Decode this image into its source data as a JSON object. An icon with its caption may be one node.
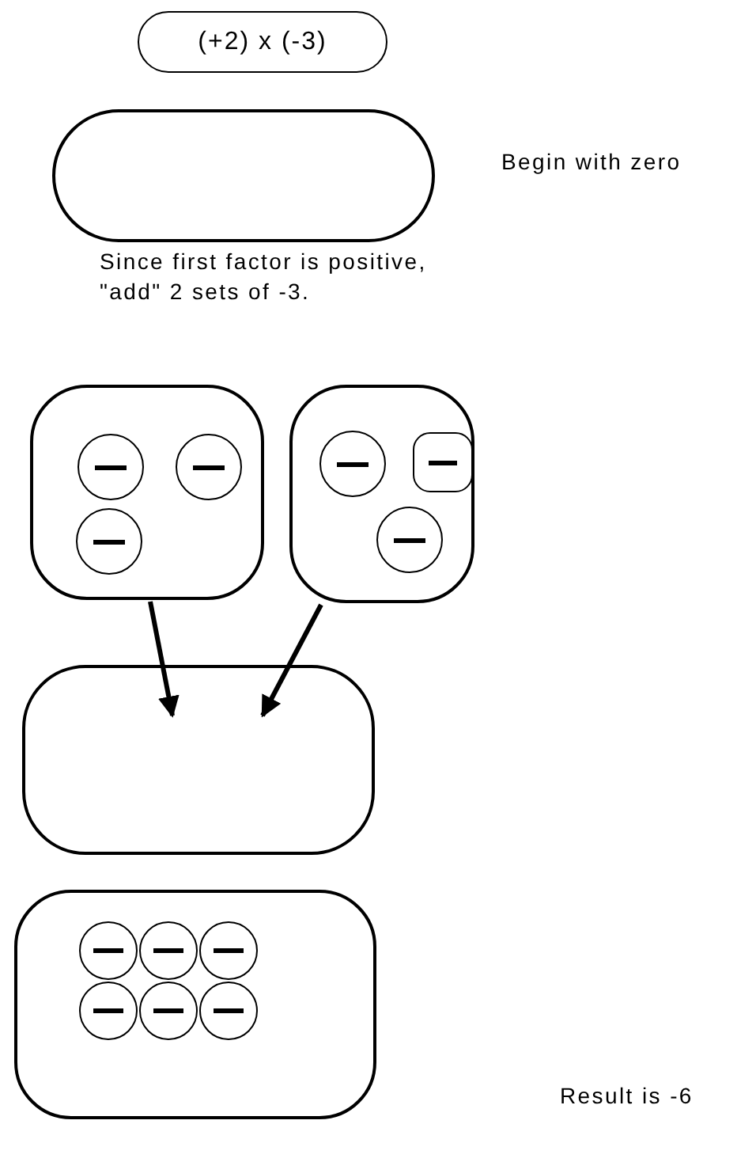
{
  "diagram": {
    "nodes": [
      {
        "text": [
          "(+2) x (-3)"
        ]
      },
      {
        "text": [],
        "shape": "box",
        "beside": [
          "Begin with zero"
        ]
      },
      {
        "text": [],
        "shape": "box"
      },
      {
        "text": [],
        "shape": "circle",
        "in": 2
      },
      {
        "text": [],
        "shape": "circle",
        "in": 2
      },
      {
        "text": [],
        "shape": "circle",
        "in": 2
      },
      {
        "text": [],
        "shape": "box"
      },
      {
        "text": [],
        "shape": "circle",
        "in": 6
      },
      {
        "text": [],
        "shape": "box",
        "in": 6
      },
      {
        "text": [],
        "shape": "circle",
        "in": 6
      },
      {
        "text": [],
        "shape": "box"
      },
      {
        "text": [],
        "shape": "box"
      },
      {
        "text": [],
        "shape": "circle",
        "in": 11
      },
      {
        "text": [],
        "shape": "circle",
        "in": 11
      },
      {
        "text": [],
        "shape": "circle",
        "in": 11
      },
      {
        "text": [],
        "shape": "circle",
        "in": 11
      },
      {
        "text": [],
        "shape": "circle",
        "in": 11
      },
      {
        "text": [],
        "shape": "circle",
        "in": 11
      }
    ],
    "edges": [
      {
        "from": 2,
        "to": 10,
        "arrow": "to"
      },
      {
        "from": 6,
        "to": 10,
        "arrow": "to"
      }
    ],
    "labels": [
      "Since first factor is positive, \"add\" 2 sets of -3.",
      "Result is -6"
    ]
  }
}
